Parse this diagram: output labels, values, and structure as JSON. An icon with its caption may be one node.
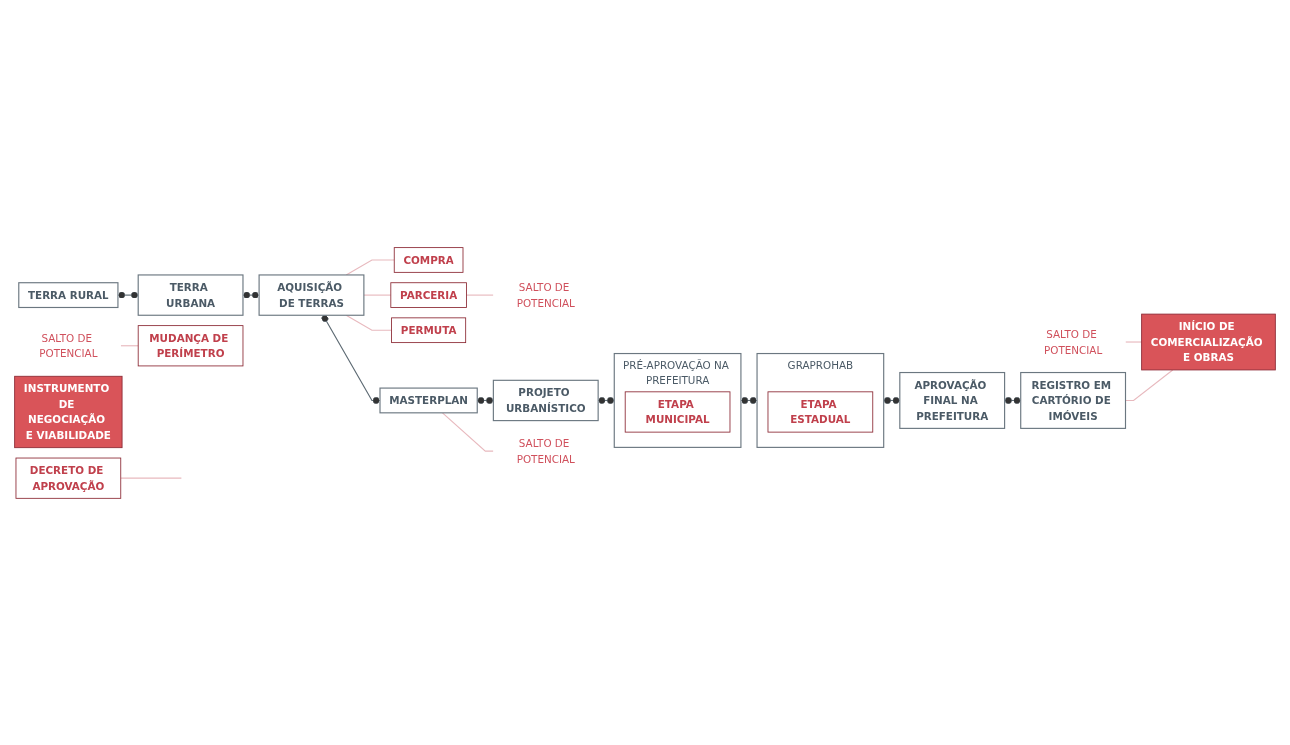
{
  "diagram": {
    "nodes": [
      {
        "text": [
          "SALTO DE POTENCIAL"
        ]
      },
      {
        "text": [
          "TERRA RURAL"
        ]
      },
      {
        "text": [
          "TERRA URBANA"
        ]
      },
      {
        "text": [
          "AQUISIÇÃO DE TERRAS"
        ]
      },
      {
        "text": [
          "COMPRA"
        ]
      },
      {
        "text": [
          "PARCERIA"
        ]
      },
      {
        "text": [
          "SALTO DE POTENCIAL"
        ]
      },
      {
        "text": [
          "PERMUTA"
        ]
      },
      {
        "text": [
          "MUDANÇA DE PERÍMETRO"
        ]
      },
      {
        "text": [
          "PRÉ-APROVAÇÃO NA PREFEITURA"
        ]
      },
      {
        "text": [
          "ETAPA MUNICIPAL"
        ],
        "in": 9
      },
      {
        "text": [
          "PROJETO URBANÍSTICO"
        ]
      },
      {
        "text": [
          "MASTERPLAN"
        ]
      },
      {
        "text": [
          "SALTO DE POTENCIAL"
        ]
      },
      {
        "text": [
          "INSTRUMENTO DE NEGOCIAÇÃO E VIABILIDADE"
        ]
      },
      {
        "text": [
          "SALTO DE POTENCIAL"
        ]
      },
      {
        "text": [
          "GRAPROHAB"
        ]
      },
      {
        "text": [
          "ETAPA ESTADUAL"
        ],
        "in": 16
      },
      {
        "text": [
          "APROVAÇÃO FINAL NA PREFEITURA"
        ]
      },
      {
        "text": [
          "REGISTRO EM CARTÓRIO DE IMÓVEIS"
        ]
      },
      {
        "text": [
          "INÍCIO DE COMERCIALIZAÇÃO E OBRAS"
        ]
      },
      {
        "text": [
          "DECRETO DE APROVAÇÃO"
        ]
      }
    ],
    "edges": [
      {
        "from": 1,
        "to": 2,
        "arrow": "other",
        "color": "#5d6a73"
      },
      {
        "from": 2,
        "to": 3,
        "arrow": "other",
        "color": "#5d6a73"
      },
      {
        "from": 3,
        "to": 12,
        "arrow": "other",
        "color": "#5d6a73"
      },
      {
        "from": 12,
        "to": 11,
        "arrow": "other",
        "color": "#5d6a73"
      },
      {
        "from": 11,
        "to": 9,
        "arrow": "other",
        "color": "#5d6a73"
      },
      {
        "from": 9,
        "to": 16,
        "arrow": "other",
        "color": "#5d6a73"
      },
      {
        "from": 16,
        "to": 18,
        "arrow": "other",
        "color": "#5d6a73"
      },
      {
        "from": 18,
        "to": 19,
        "arrow": "other",
        "color": "#5d6a73"
      },
      {
        "from": 0,
        "to": 8,
        "arrow": "none",
        "color": "#e8b9be"
      },
      {
        "from": 3,
        "to": 4,
        "arrow": "none",
        "color": "#e8b9be"
      },
      {
        "from": 3,
        "to": 5,
        "arrow": "none",
        "color": "#e8b9be"
      },
      {
        "from": 3,
        "to": 7,
        "arrow": "none",
        "color": "#e8b9be"
      },
      {
        "from": 5,
        "to": 6,
        "arrow": "none",
        "color": "#e8b9be"
      },
      {
        "from": 12,
        "to": 13,
        "arrow": "none",
        "color": "#e8b9be"
      },
      {
        "from": 15,
        "to": 20,
        "arrow": "none",
        "color": "#e8b9be"
      },
      {
        "from": 19,
        "to": 20,
        "arrow": "none",
        "color": "#e8b9be"
      },
      {
        "from": 21,
        "to": null,
        "arrow": "none",
        "color": "#e8b9be"
      }
    ]
  }
}
